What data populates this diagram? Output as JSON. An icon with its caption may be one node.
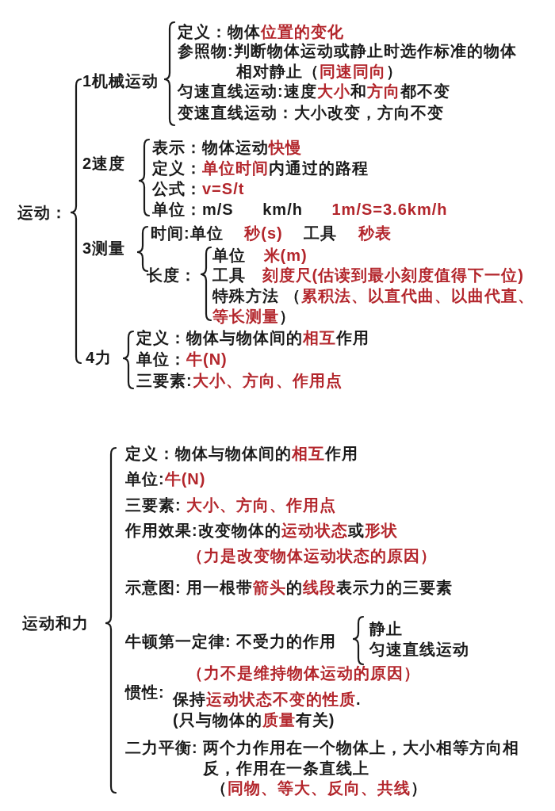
{
  "diagram": {
    "labels": [
      "运动：",
      "1机械运动",
      "定义：物体**位置的变化**",
      "参照物:判断物体运动或静止时选作标准的物体相对静止（**同速同向**）",
      "匀速直线运动:速度**大小**和**方向**都不变",
      "变速直线运动：大小改变，方向不变",
      "2速度",
      "表示：物体运动**快慢**",
      "定义：**单位时间**内通过的路程",
      "公式：**v=S/t**",
      "单位：m/S km/h **1m/S=3.6km/h**",
      "3测量",
      "时间:单位 **秒(s)** 工具 **秒表**",
      "长度：",
      "单位 **米(m)**",
      "工具 **刻度尺(估读到最小刻度值得下一位)**",
      "特殊方法 （**累积法、以直代曲、以曲代直、等长测量**）",
      "4力",
      "定义：物体与物体间的**相互**作用",
      "单位：**牛(N)**",
      "三要素:**大小、方向、作用点**",
      "运动和力",
      "定义：物体与物体间的**相互**作用",
      "单位:**牛(N)**",
      "三要素: **大小、方向、作用点**",
      "作用效果:改变物体的**运动状态**或**形状**",
      "（力是改变物体运动状态的原因）",
      "示意图: 用一根带**箭头**的**线段**表示力的三要素",
      "牛顿第一定律: 不受力的作用",
      "静止",
      "匀速直线运动",
      "（力不是维持物体运动的原因）",
      "惯性:",
      "保持**运动状态不变的性质**.",
      "(只与物体的**质量**有关)",
      "二力平衡: 两个力作用在一个物体上，大小相等方向相反，作用在一条直线上",
      "（**同物、等大、反向、共线**）"
    ]
  }
}
